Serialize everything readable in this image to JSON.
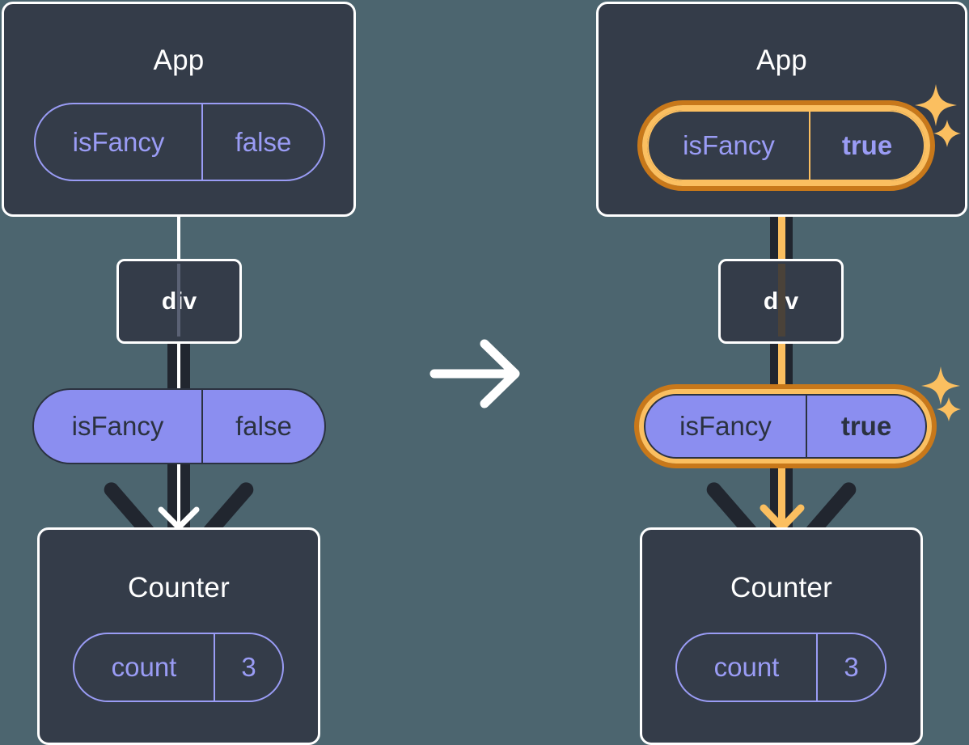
{
  "diagram": {
    "title": "React state propagation: isFancy false then true",
    "colors": {
      "background": "#4c656f",
      "component_box": "#343c49",
      "box_border": "#ffffff",
      "state_purple": "#9a9cf5",
      "prop_pill": "#8b8ef0",
      "highlight_outer": "#c8781a",
      "highlight_inner": "#fbbf60",
      "edge_dark": "#21262f"
    },
    "transition_arrow": "arrow-right-icon"
  },
  "before": {
    "app": {
      "title": "App",
      "state": {
        "key": "isFancy",
        "value": "false",
        "highlighted": false
      }
    },
    "div": {
      "label": "div"
    },
    "prop": {
      "key": "isFancy",
      "value": "false",
      "highlighted": false
    },
    "counter": {
      "title": "Counter",
      "state": {
        "key": "count",
        "value": "3",
        "highlighted": false
      }
    }
  },
  "after": {
    "app": {
      "title": "App",
      "state": {
        "key": "isFancy",
        "value": "true",
        "highlighted": true
      }
    },
    "div": {
      "label": "div"
    },
    "prop": {
      "key": "isFancy",
      "value": "true",
      "highlighted": true
    },
    "counter": {
      "title": "Counter",
      "state": {
        "key": "count",
        "value": "3",
        "highlighted": false
      }
    }
  }
}
